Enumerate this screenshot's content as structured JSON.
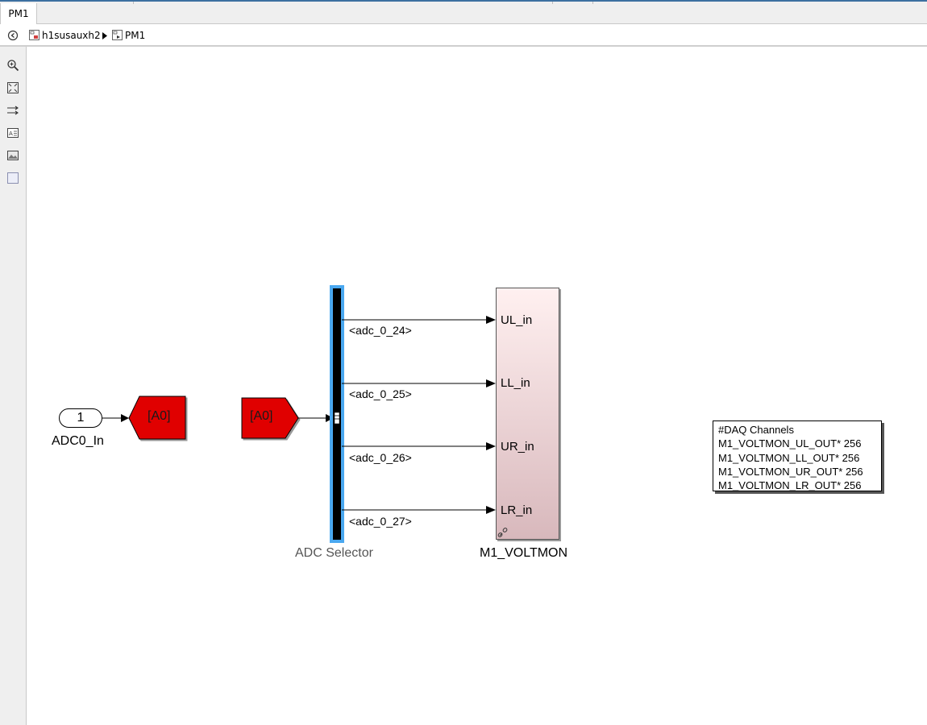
{
  "tab": {
    "label": "PM1"
  },
  "breadcrumb": {
    "items": [
      "h1susauxh2",
      "PM1"
    ]
  },
  "diagram": {
    "inport": {
      "number": "1",
      "name": "ADC0_In"
    },
    "goto_tag": "[A0]",
    "from_tag": "[A0]",
    "selector": {
      "name": "ADC Selector"
    },
    "signals": [
      "<adc_0_24>",
      "<adc_0_25>",
      "<adc_0_26>",
      "<adc_0_27>"
    ],
    "subsystem": {
      "name": "M1_VOLTMON",
      "ports": [
        "UL_in",
        "LL_in",
        "UR_in",
        "LR_in"
      ]
    },
    "daq_note": {
      "lines": [
        "#DAQ Channels",
        "M1_VOLTMON_UL_OUT* 256",
        "M1_VOLTMON_LL_OUT* 256",
        "M1_VOLTMON_UR_OUT* 256",
        "M1_VOLTMON_LR_OUT* 256"
      ]
    }
  },
  "toolbar_icons": [
    "zoom-icon",
    "fit-view-icon",
    "signal-routing-icon",
    "annotation-icon",
    "image-icon",
    "area-icon"
  ],
  "colors": {
    "goto_from_fill": "#e00000",
    "selector_highlight": "#4aa8f0",
    "subsystem_fill_top": "#fff0f0",
    "subsystem_fill_bottom": "#d8b8bc"
  }
}
